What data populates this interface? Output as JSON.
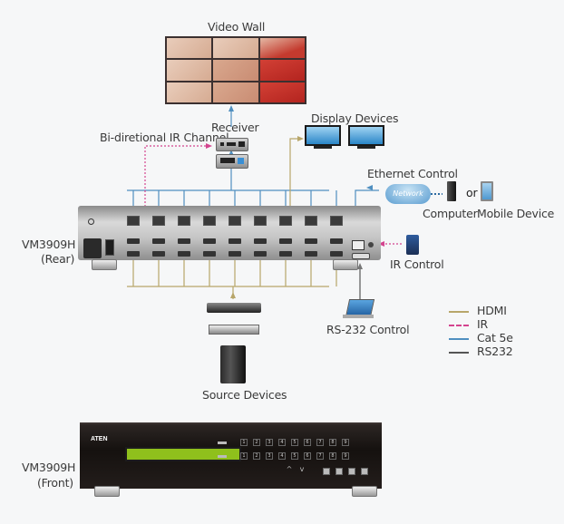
{
  "title": "VM3909H connection diagram",
  "labels": {
    "video_wall": "Video Wall",
    "receiver": "Receiver",
    "bidirectional_ir": "Bi-diretional IR Channel",
    "display_devices": "Display Devices",
    "ethernet_control": "Ethernet Control",
    "network": "Network",
    "or": "or",
    "computer": "Computer",
    "mobile_device": "Mobile Device",
    "ir_control": "IR Control",
    "rs232_control": "RS-232 Control",
    "source_devices": "Source Devices",
    "rear_model": "VM3909H",
    "rear_sub": "(Rear)",
    "front_model": "VM3909H",
    "front_sub": "(Front)",
    "brand": "ATEN"
  },
  "legend": [
    {
      "label": "HDMI",
      "color": "#b8a66a",
      "style": "solid"
    },
    {
      "label": "IR",
      "color": "#d4448f",
      "style": "dashed"
    },
    {
      "label": "Cat 5e",
      "color": "#4f8fc0",
      "style": "solid"
    },
    {
      "label": "RS232",
      "color": "#555555",
      "style": "solid"
    }
  ],
  "front_panel": {
    "row1": [
      "1",
      "2",
      "3",
      "4",
      "5",
      "6",
      "7",
      "8",
      "9"
    ],
    "row2": [
      "1",
      "2",
      "3",
      "4",
      "5",
      "6",
      "7",
      "8",
      "9"
    ],
    "nav": [
      "^",
      "v"
    ]
  },
  "port_count": 9
}
